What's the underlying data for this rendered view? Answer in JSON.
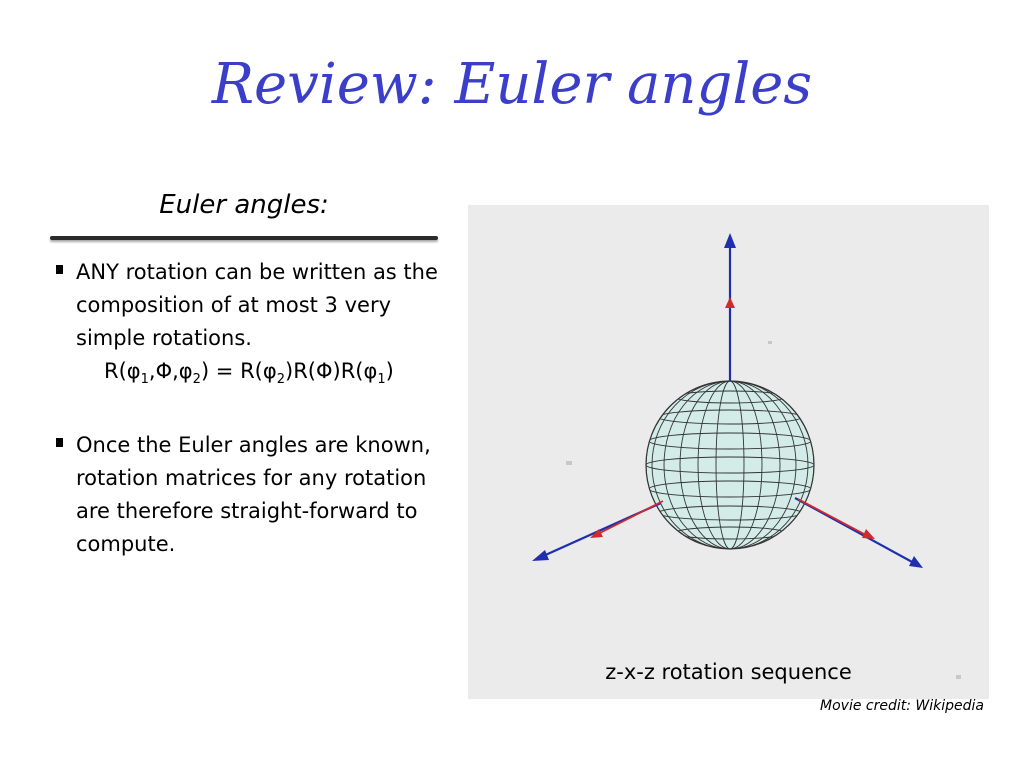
{
  "slide": {
    "title": "Review: Euler angles"
  },
  "left": {
    "heading": "Euler angles:",
    "bullet1": "ANY rotation can be written as the composition of at most 3 very simple rotations.",
    "formula": {
      "lhs_open": "R(φ",
      "lhs_sub1": "1",
      "lhs_mid1": ",Φ,φ",
      "lhs_sub2": "2",
      "eq": ") = R(φ",
      "rhs_sub1": "2",
      "rhs_mid": ")R(Φ)R(φ",
      "rhs_sub2": "1",
      "close": ")"
    },
    "bullet2": "Once the Euler angles are known, rotation matrices for any rotation are therefore straight-forward to compute."
  },
  "figure": {
    "caption": "z-x-z rotation sequence",
    "credit": "Movie credit: Wikipedia",
    "colors": {
      "background": "#ebebeb",
      "sphere_fill": "#d3ece8",
      "axis_blue": "#1f2fb0",
      "axis_red": "#d02a2a"
    }
  }
}
